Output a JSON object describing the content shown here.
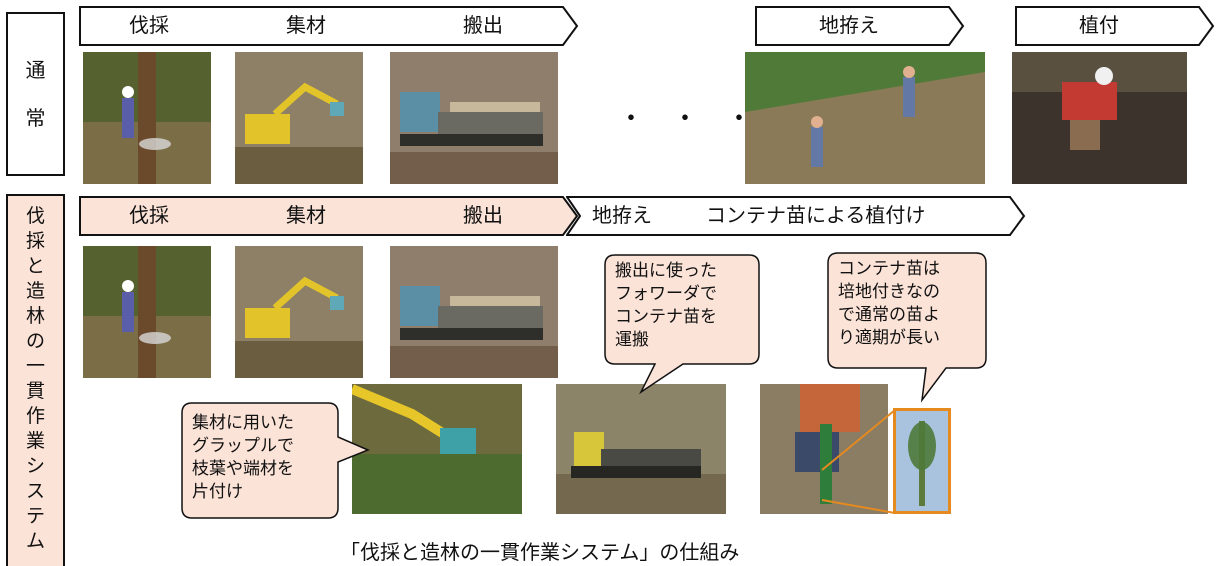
{
  "rows": {
    "normal": {
      "label": "通常",
      "arrows": [
        {
          "labels": [
            "伐採",
            "集材",
            "搬出"
          ]
        },
        {
          "labels": [
            "地拵え"
          ]
        },
        {
          "labels": [
            "植付"
          ]
        }
      ],
      "ellipsis": "・・・"
    },
    "integrated": {
      "label": "伐採と造林の一貫作業システム",
      "arrows": [
        {
          "labels": [
            "伐採",
            "集材",
            "搬出"
          ]
        },
        {
          "labels": [
            "地拵え",
            "コンテナ苗による植付け"
          ]
        }
      ]
    }
  },
  "bubbles": {
    "grapple": "集材に用いた\nグラップルで\n枝葉や端材を\n片付け",
    "forwarder": "搬出に使った\nフォワーダで\nコンテナ苗を\n運搬",
    "container": "コンテナ苗は\n培地付きなの\nで通常の苗よ\nり適期が長い"
  },
  "caption": "「伐採と造林の一貫作業システム」の仕組み",
  "colors": {
    "pink_fill": "#fbe3d8",
    "zoom_frame": "#e58a1f",
    "outline": "#111111"
  }
}
